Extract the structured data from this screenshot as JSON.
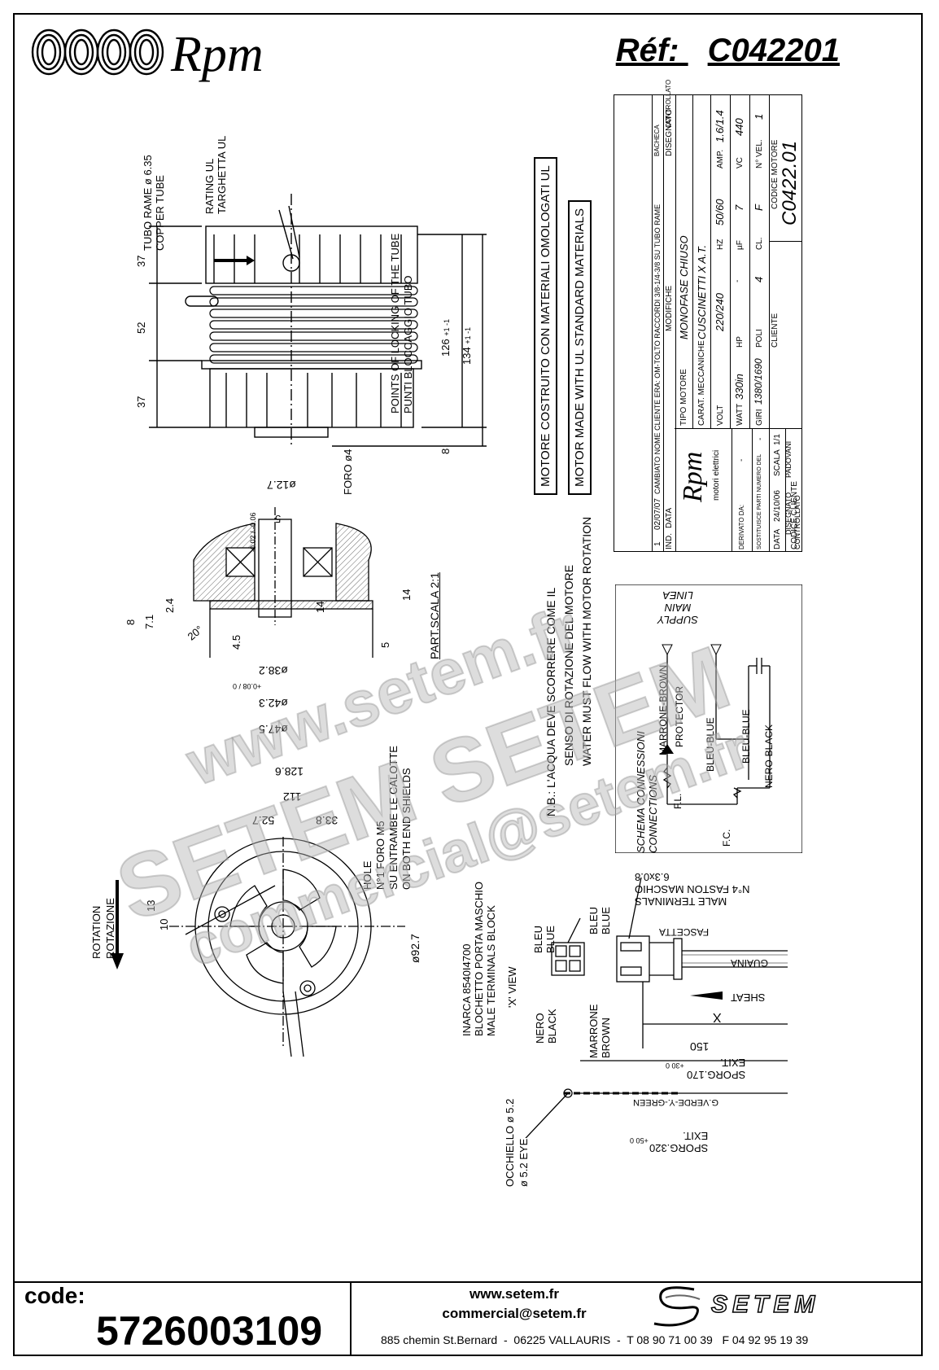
{
  "header": {
    "brand": "Rpm",
    "ref_label": "Réf:",
    "ref_value": "C042201"
  },
  "top_view": {
    "label_copper": "TUBO RAME ø 6.35",
    "label_copper_en": "COPPER TUBE",
    "label_rating": "RATING UL",
    "label_rating_it": "TARGHETTA UL",
    "dim_37a": "37",
    "dim_52": "52",
    "dim_37b": "37",
    "dim_126": "126",
    "dim_126_tol": "+1 -1",
    "dim_134": "134",
    "dim_134_tol": "+1 -1",
    "dim_8": "8",
    "locking_en": "POINTS OF LOCKING OF THE TUBE",
    "locking_it": "PUNTI BLOCCAGGIO TUBO",
    "foro": "FORO ø4"
  },
  "section_view": {
    "d12": "ø12.7",
    "d12_tol": "-0.02 / -0.06",
    "d5": "5",
    "d24": "2.4",
    "d71": "7.1",
    "d8": "8",
    "d14a": "14",
    "d14b": "14",
    "d45": "4.5",
    "d5b": "5",
    "d382": "ø38.2",
    "d382_tol": "+0.08 / 0",
    "d423": "ø42.3",
    "d475": "ø47.5",
    "angle": "20°",
    "scale": "PART.SCALA 2:1"
  },
  "front_view": {
    "d1286": "128.6",
    "d112": "112",
    "d527": "52.7",
    "d338": "33.8",
    "d927": "ø92.7",
    "d13": "13",
    "d10": "10",
    "hole_1": "HOLE",
    "hole_2": "N°1 FORO M5",
    "hole_3": "SU ENTRAMBE LE CALOTTE",
    "hole_4": "ON BOTH END SHIELDS",
    "rotation_en": "ROTATION",
    "rotation_it": "ROTAZIONE"
  },
  "notes": {
    "ul_it": "MOTORE COSTRUITO CON MATERIALI OMOLOGATI UL",
    "ul_en": "MOTOR MADE WITH UL STANDARD MATERIALS",
    "nb_1": "N.B.: L'ACQUA DEVE SCORRERE COME IL",
    "nb_2": "SENSO DI ROTAZIONE DEL MOTORE",
    "nb_3": "WATER MUST FLOW WITH MOTOR ROTATION"
  },
  "title_block": {
    "revision": "CAMBIATO NOME CLIENTE ERA: OM-TOLTO RACCORDI 3/8-1/4-3/8 SU TUBO RAME",
    "rev_no": "1",
    "rev_date": "02/07/07",
    "h_ind": "IND.",
    "h_data": "DATA",
    "h_modifiche": "MODIFICHE",
    "h_disegnato": "DISEGNATO",
    "h_controllato": "CONTROLLATO",
    "h_bacheca": "BACHECA",
    "brand": "Rpm",
    "brand_sub": "motori elettrici",
    "tipo_label": "TIPO MOTORE",
    "tipo_value": "MONOFASE CHIUSO",
    "carat_label": "CARAT. MECCANICHE",
    "carat_value": "CUSCINETTI X A.T.",
    "volt_label": "VOLT",
    "volt_value": "220/240",
    "hz_label": "HZ",
    "hz_value": "50/60",
    "amp_label": "AMP.",
    "amp_value": "1.6/1.4",
    "watt_label": "WATT",
    "watt_value": "330in",
    "hp_label": "HP",
    "hp_value": "-",
    "uf_label": "µF",
    "uf_value": "7",
    "vc_label": "VC",
    "vc_value": "440",
    "giri_label": "GIRI",
    "giri_value": "1380/1690",
    "poli_label": "POLI",
    "poli_value": "4",
    "cl_label": "CL.",
    "cl_value": "F",
    "vel_label": "N° VEL.",
    "vel_value": "1",
    "derivato_label": "DERIVATO DA:",
    "derivato_value": "-",
    "sost_label": "SOSTITUISCE PARTI NUMERO DEL",
    "sost_value": "-",
    "data_label": "DATA",
    "data_value": "24/10/06",
    "scala_label": "SCALA",
    "scala_value": "1/1",
    "dis_label": "DISEGNATO",
    "dis_value": "PADOVANI",
    "contr_label": "CONTROLLATO",
    "cliente_label": "CLIENTE",
    "codice_motore_label": "CODICE MOTORE",
    "codice_motore_value": "C0422.01",
    "codice_cliente_label": "CODICE CLIENTE"
  },
  "schema": {
    "title_it": "SCHEMA CONNESSIONI",
    "title_en": "CONNECTIONS",
    "linea_1": "LINEA",
    "linea_2": "MAIN",
    "linea_3": "SUPPLY",
    "marrone": "MARRONE-BROWN",
    "protector": "PROTECTOR",
    "bleu1": "BLEU-BLUE",
    "bleu2": "BLEU-BLUE",
    "nero": "NERO-BLACK",
    "fl": "F.L.",
    "fc": "F.C."
  },
  "terminal": {
    "inarca_1": "INARCA 8540I4700",
    "inarca_2": "BLOCHETTO PORTA MASCHIO",
    "inarca_3": "MALE TERMINALS BLOCK",
    "xview": "'X' VIEW",
    "bleu_a": "BLEU",
    "blue_a": "BLUE",
    "bleu_b": "BLEU",
    "blue_b": "BLUE",
    "nero": "NERO",
    "black": "BLACK",
    "marrone": "MARRONE",
    "brown": "BROWN",
    "male_1": "6.3x0.8",
    "male_2": "N°4 FASTON MASCHIO",
    "male_3": "MALE TERMINALS",
    "fascetta": "FASCETTA",
    "guaina": "GUAINA",
    "sheat": "SHEAT",
    "x": "X",
    "d150": "150",
    "exit1_1": "EXIT.",
    "exit1_2": "SPORG.170",
    "exit1_tol": "+30 0",
    "gv": "G.VERDE-Y.-GREEN",
    "exit2_1": "EXIT.",
    "exit2_2": "SPORG.320",
    "exit2_tol": "+50 0",
    "occhiello_1": "OCCHIELLO ø 5.2",
    "occhiello_2": "ø 5.2 EYE"
  },
  "watermark": {
    "line1": "www.setem.fr",
    "line2": "SETEM SETEM",
    "line3": "commercial@setem.fr"
  },
  "footer": {
    "code_label": "code:",
    "code_value": "5726003109",
    "web": "www.setem.fr",
    "email": "commercial@setem.fr",
    "address": "885 chemin St.Bernard  -  06225 VALLAURIS  -  T 08 90 71 00 39   F 04 92 95 19 39",
    "logo": "SETEM"
  }
}
